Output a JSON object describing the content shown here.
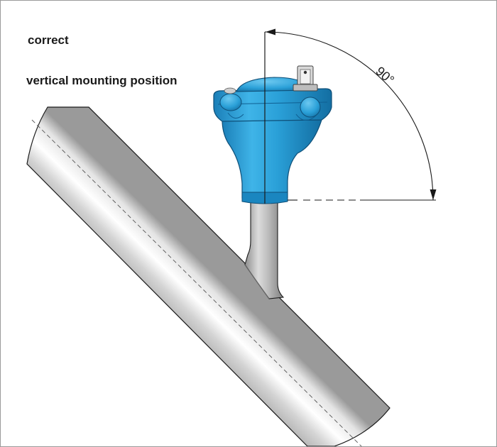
{
  "labels": {
    "status": "correct",
    "position": "vertical mounting position",
    "angle": "90°"
  },
  "colors": {
    "pipe_light": "#f7f7f7",
    "pipe_mid": "#c9c9c9",
    "pipe_dark": "#8c8c8c",
    "head_blue": "#2aa0d8",
    "head_blue_dark": "#1473a6",
    "line": "#1a1a1a"
  }
}
